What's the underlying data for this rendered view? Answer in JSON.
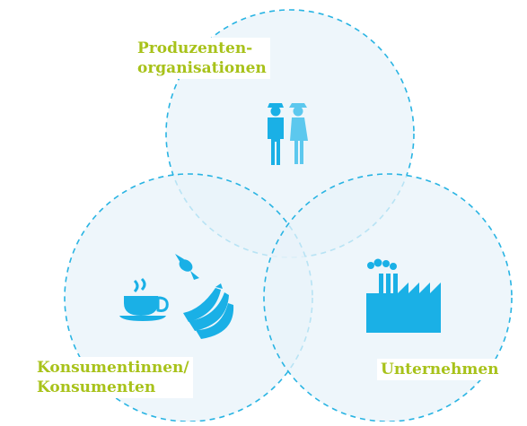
{
  "colors": {
    "label": "#a8c21a",
    "circle_fill": "#e8f3fa",
    "circle_stroke": "#29b4e3",
    "icon": "#1ab0e6",
    "icon_light": "#5cc8ee"
  },
  "circles": [
    {
      "id": "producers",
      "label_lines": [
        "Produzenten-",
        "organisationen"
      ],
      "icon": "people-icon"
    },
    {
      "id": "consumers",
      "label_lines": [
        "Konsumentinnen/",
        "Konsumenten"
      ],
      "icon": "food-icon"
    },
    {
      "id": "companies",
      "label_lines": [
        "Unternehmen"
      ],
      "icon": "factory-icon"
    }
  ]
}
